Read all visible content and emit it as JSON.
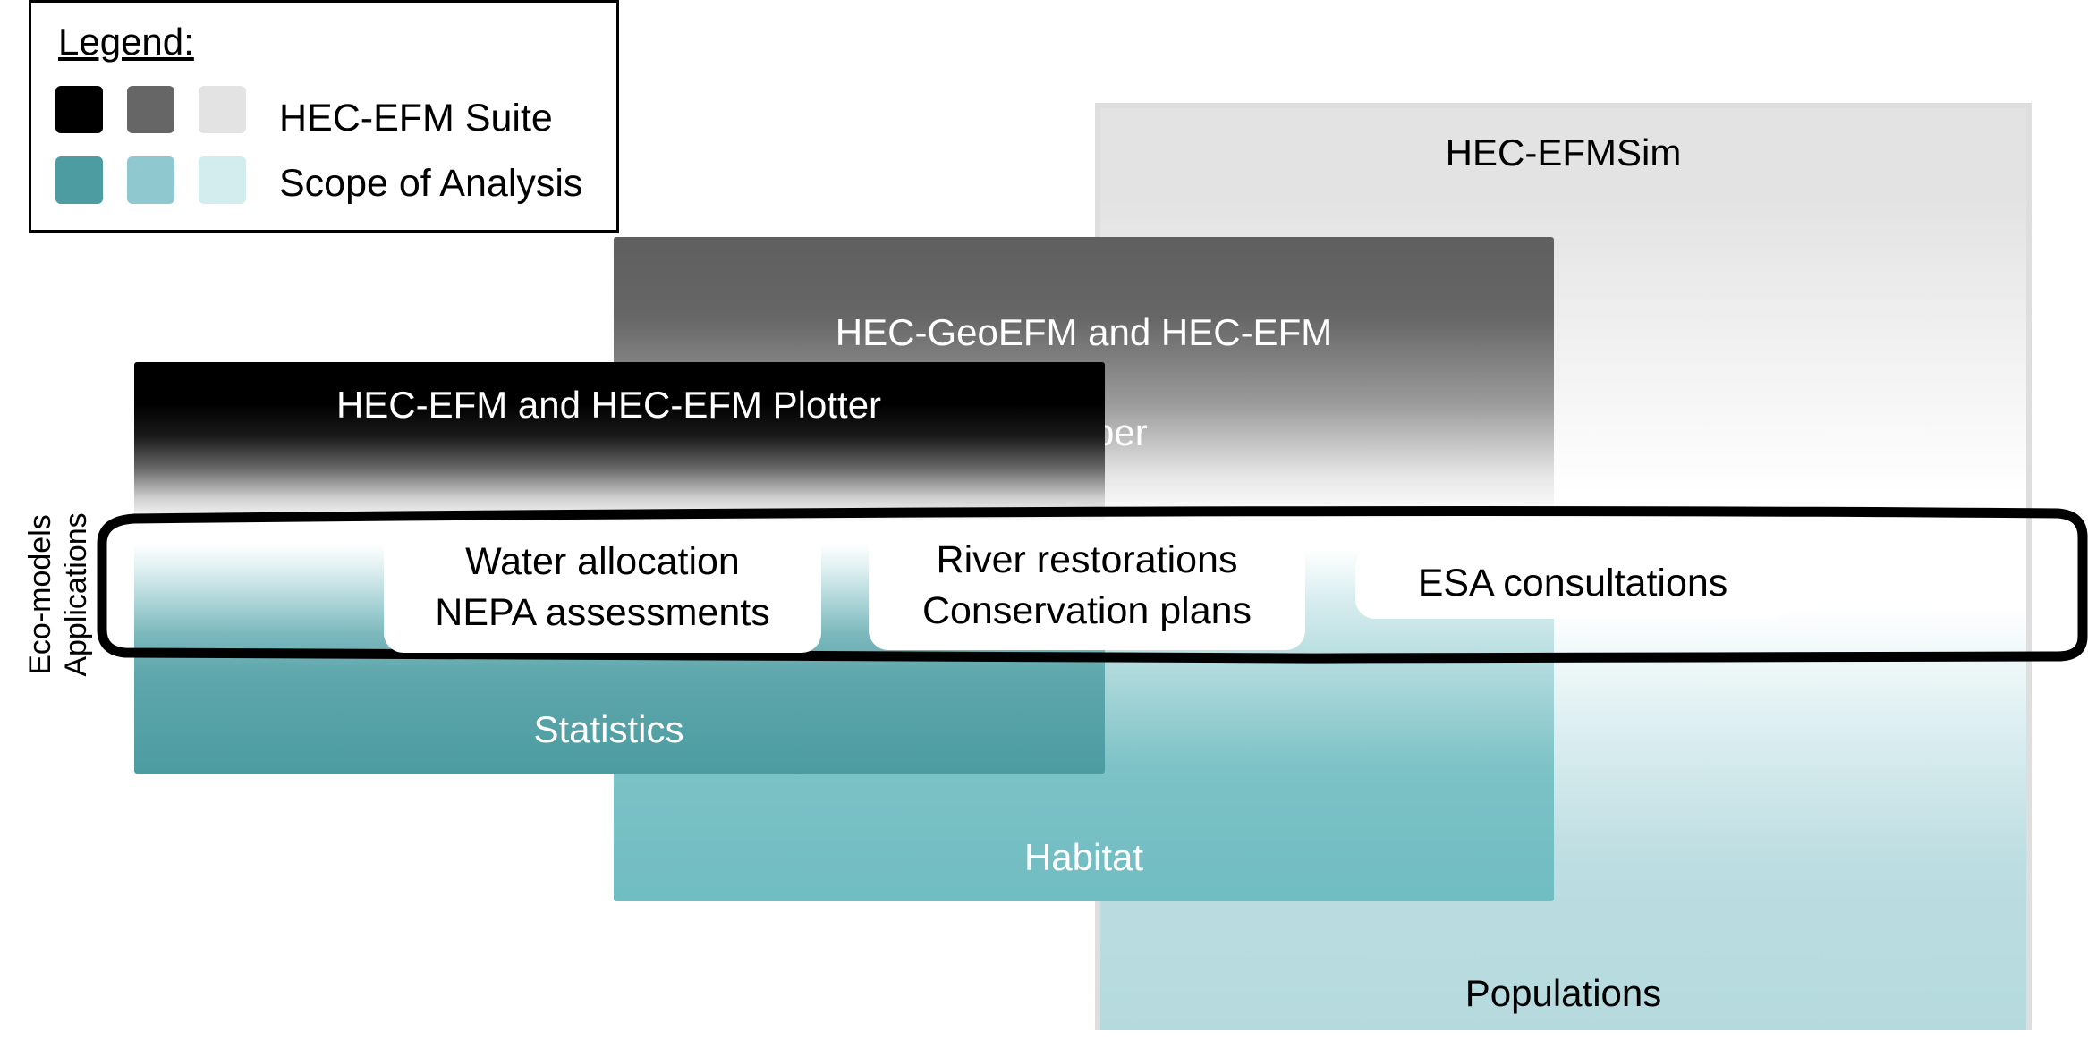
{
  "legend": {
    "title": "Legend:",
    "rows": [
      {
        "label": "HEC-EFM Suite",
        "swatch_colors": [
          "#000000",
          "#666666",
          "#e3e3e3"
        ]
      },
      {
        "label": "Scope of Analysis",
        "swatch_colors": [
          "#4c9ca1",
          "#8fc8ce",
          "#d3ecee"
        ]
      }
    ]
  },
  "panels": {
    "sim": {
      "title": "HEC-EFMSim",
      "bottom": "Populations"
    },
    "geo": {
      "title_line1": "HEC-GeoEFM and HEC-EFM",
      "title_line2": "Mapper",
      "bottom": "Habitat"
    },
    "efm": {
      "title": "HEC-EFM and HEC-EFM Plotter",
      "bottom": "Statistics"
    }
  },
  "applications": [
    {
      "line1": "Water allocation",
      "line2": "NEPA assessments"
    },
    {
      "line1": "River restorations",
      "line2": "Conservation plans"
    },
    {
      "line1": "ESA consultations",
      "line2": ""
    }
  ],
  "side_label": {
    "line1": "Eco-models",
    "line2": "Applications"
  },
  "colors": {
    "suite_dark": "#000000",
    "suite_mid": "#666666",
    "suite_light": "#e3e3e3",
    "scope_dark": "#4c9ca1",
    "scope_mid": "#8fc8ce",
    "scope_light": "#d3ecee"
  }
}
